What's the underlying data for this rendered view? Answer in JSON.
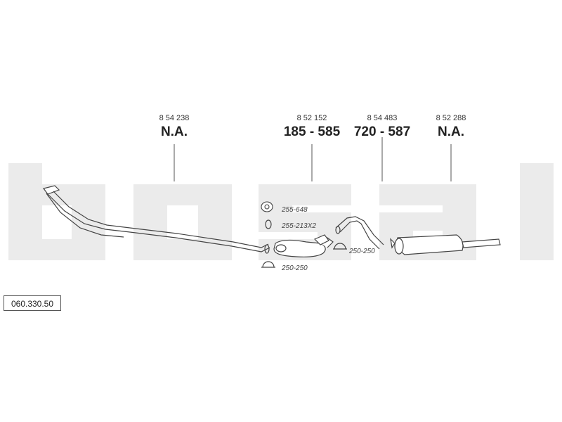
{
  "watermark": "bosal",
  "callouts": [
    {
      "ref": "8 54 238",
      "value": "N.A."
    },
    {
      "ref": "8 52 152",
      "value": "185 - 585"
    },
    {
      "ref": "8 54 483",
      "value": "720 - 587"
    },
    {
      "ref": "8 52 288",
      "value": "N.A."
    }
  ],
  "parts": {
    "p1": "255-648",
    "p2": "255-213X2",
    "p3": "250-250",
    "p4": "250-250"
  },
  "catalog_number": "060.330.50"
}
